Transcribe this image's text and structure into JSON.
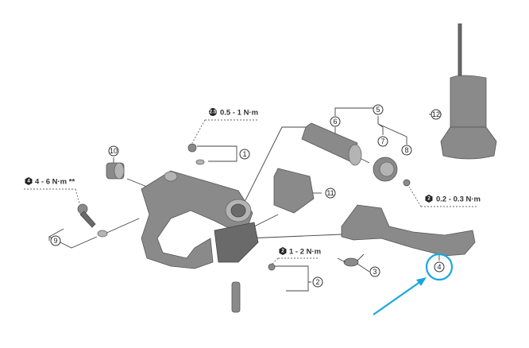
{
  "callouts": [
    "1",
    "2",
    "3",
    "4",
    "5",
    "6",
    "7",
    "8",
    "9",
    "10",
    "11",
    "12"
  ],
  "torque_specs": [
    {
      "tool_size": "2.5",
      "value": "0.5 - 1 N·m"
    },
    {
      "tool_size": "4",
      "value": "4 - 6 N·m **"
    },
    {
      "tool_size": "2",
      "value": "0.2 - 0.3 N·m"
    },
    {
      "tool_size": "2",
      "value": "1 - 2 N·m"
    }
  ],
  "highlight": {
    "callout": "4",
    "color": "#1aa7e0"
  }
}
